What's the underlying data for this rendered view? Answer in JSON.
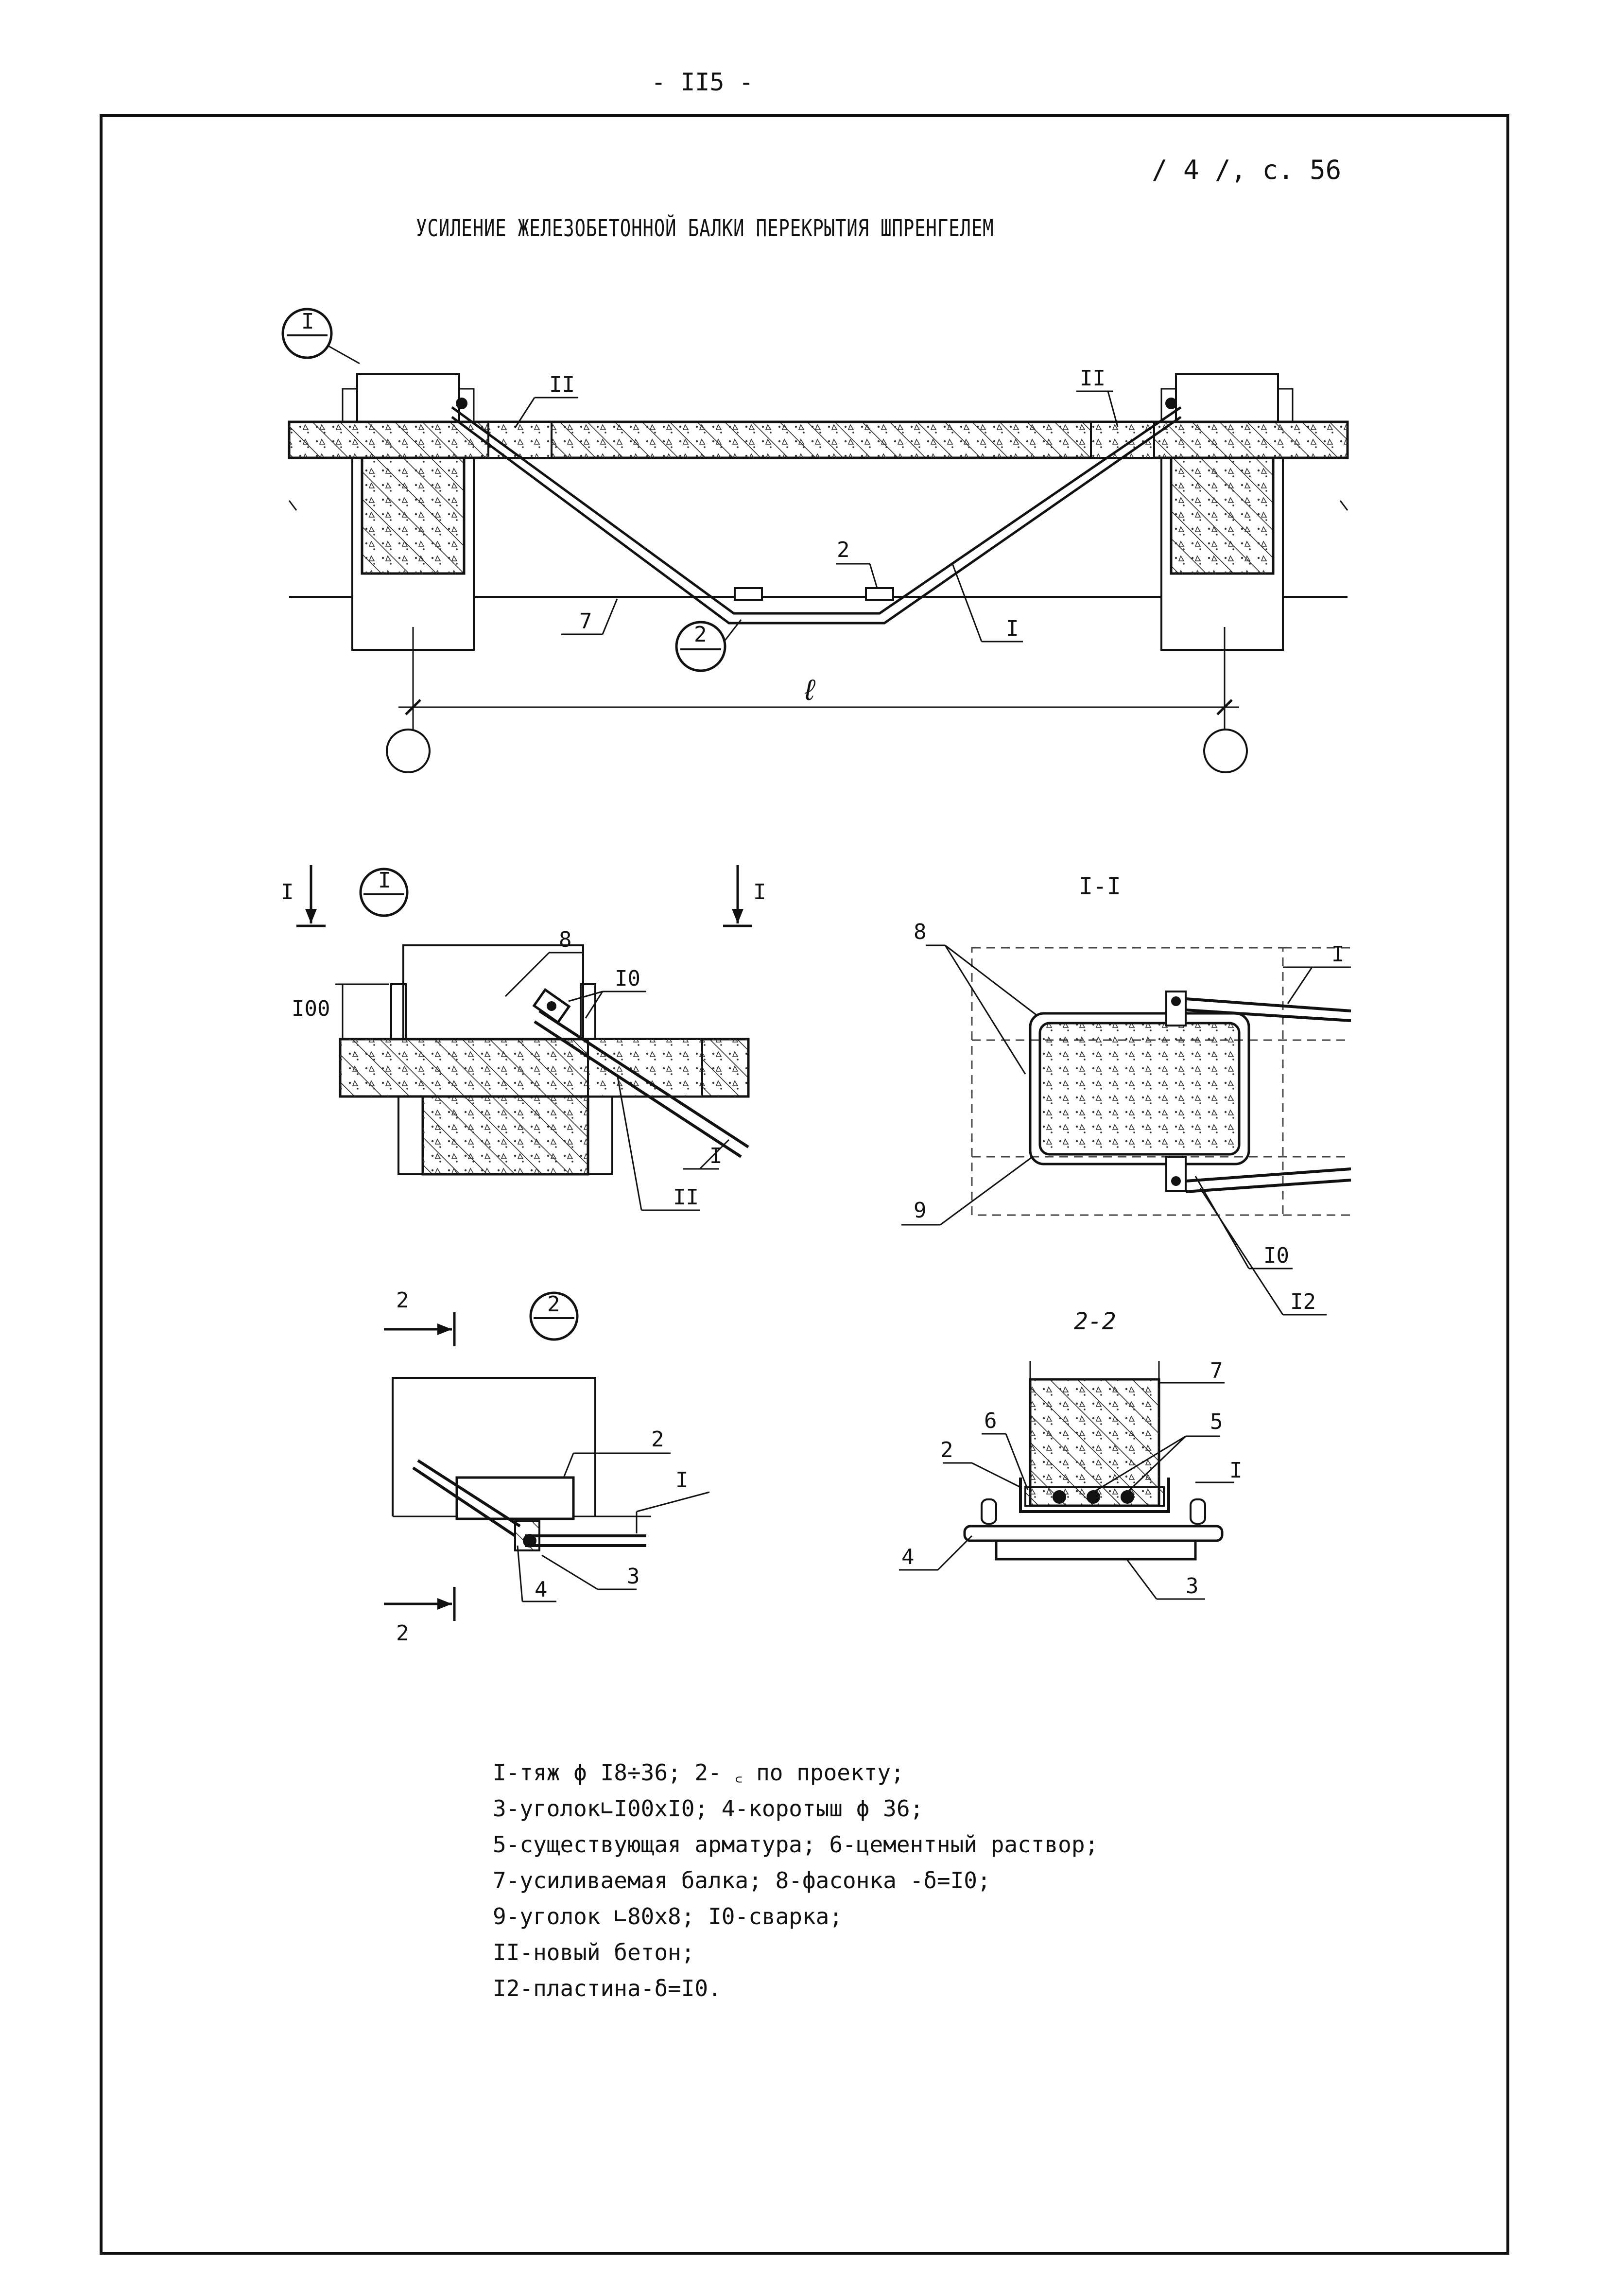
{
  "page_number": "- II5 -",
  "reference": "/ 4 /, с. 56",
  "title": "УСИЛЕНИЕ ЖЕЛЕЗОБЕТОННОЙ БАЛКИ  ПЕРЕКРЫТИЯ ШПРЕНГЕЛЕМ",
  "main_view": {
    "callout_1": "I",
    "callout_2": "2",
    "label_II_left": "II",
    "label_II_right": "II",
    "label_2": "2",
    "label_7": "7",
    "label_I": "I",
    "span_label": "ℓ"
  },
  "detail_1": {
    "callout": "I",
    "cut_left": "I",
    "cut_right": "I",
    "dimension": "I00",
    "label_8": "8",
    "label_10": "I0",
    "label_I": "I",
    "label_II": "II"
  },
  "section_1": {
    "title": "I-I",
    "label_8": "8",
    "label_I": "I",
    "label_9": "9",
    "label_10": "I0",
    "label_12": "I2"
  },
  "detail_2": {
    "callout": "2",
    "cut_top": "2",
    "cut_bottom": "2",
    "label_2": "2",
    "label_I": "I",
    "label_4": "4",
    "label_3": "3"
  },
  "section_2": {
    "title": "2-2",
    "label_7": "7",
    "label_6": "6",
    "label_5": "5",
    "label_2": "2",
    "label_I": "I",
    "label_4": "4",
    "label_3": "3"
  },
  "legend": [
    "I-тяж ϕ I8÷36; 2- ꜀ по проекту;",
    "3-уголок∟I00xI0; 4-коротыш ϕ 36;",
    "5-существующая арматура; 6-цементный раствор;",
    "7-усиливаемая балка; 8-фасонка -δ=I0;",
    "9-уголок ∟80x8;  I0-сварка;",
    "II-новый бетон;",
    "I2-пластина-δ=I0."
  ]
}
